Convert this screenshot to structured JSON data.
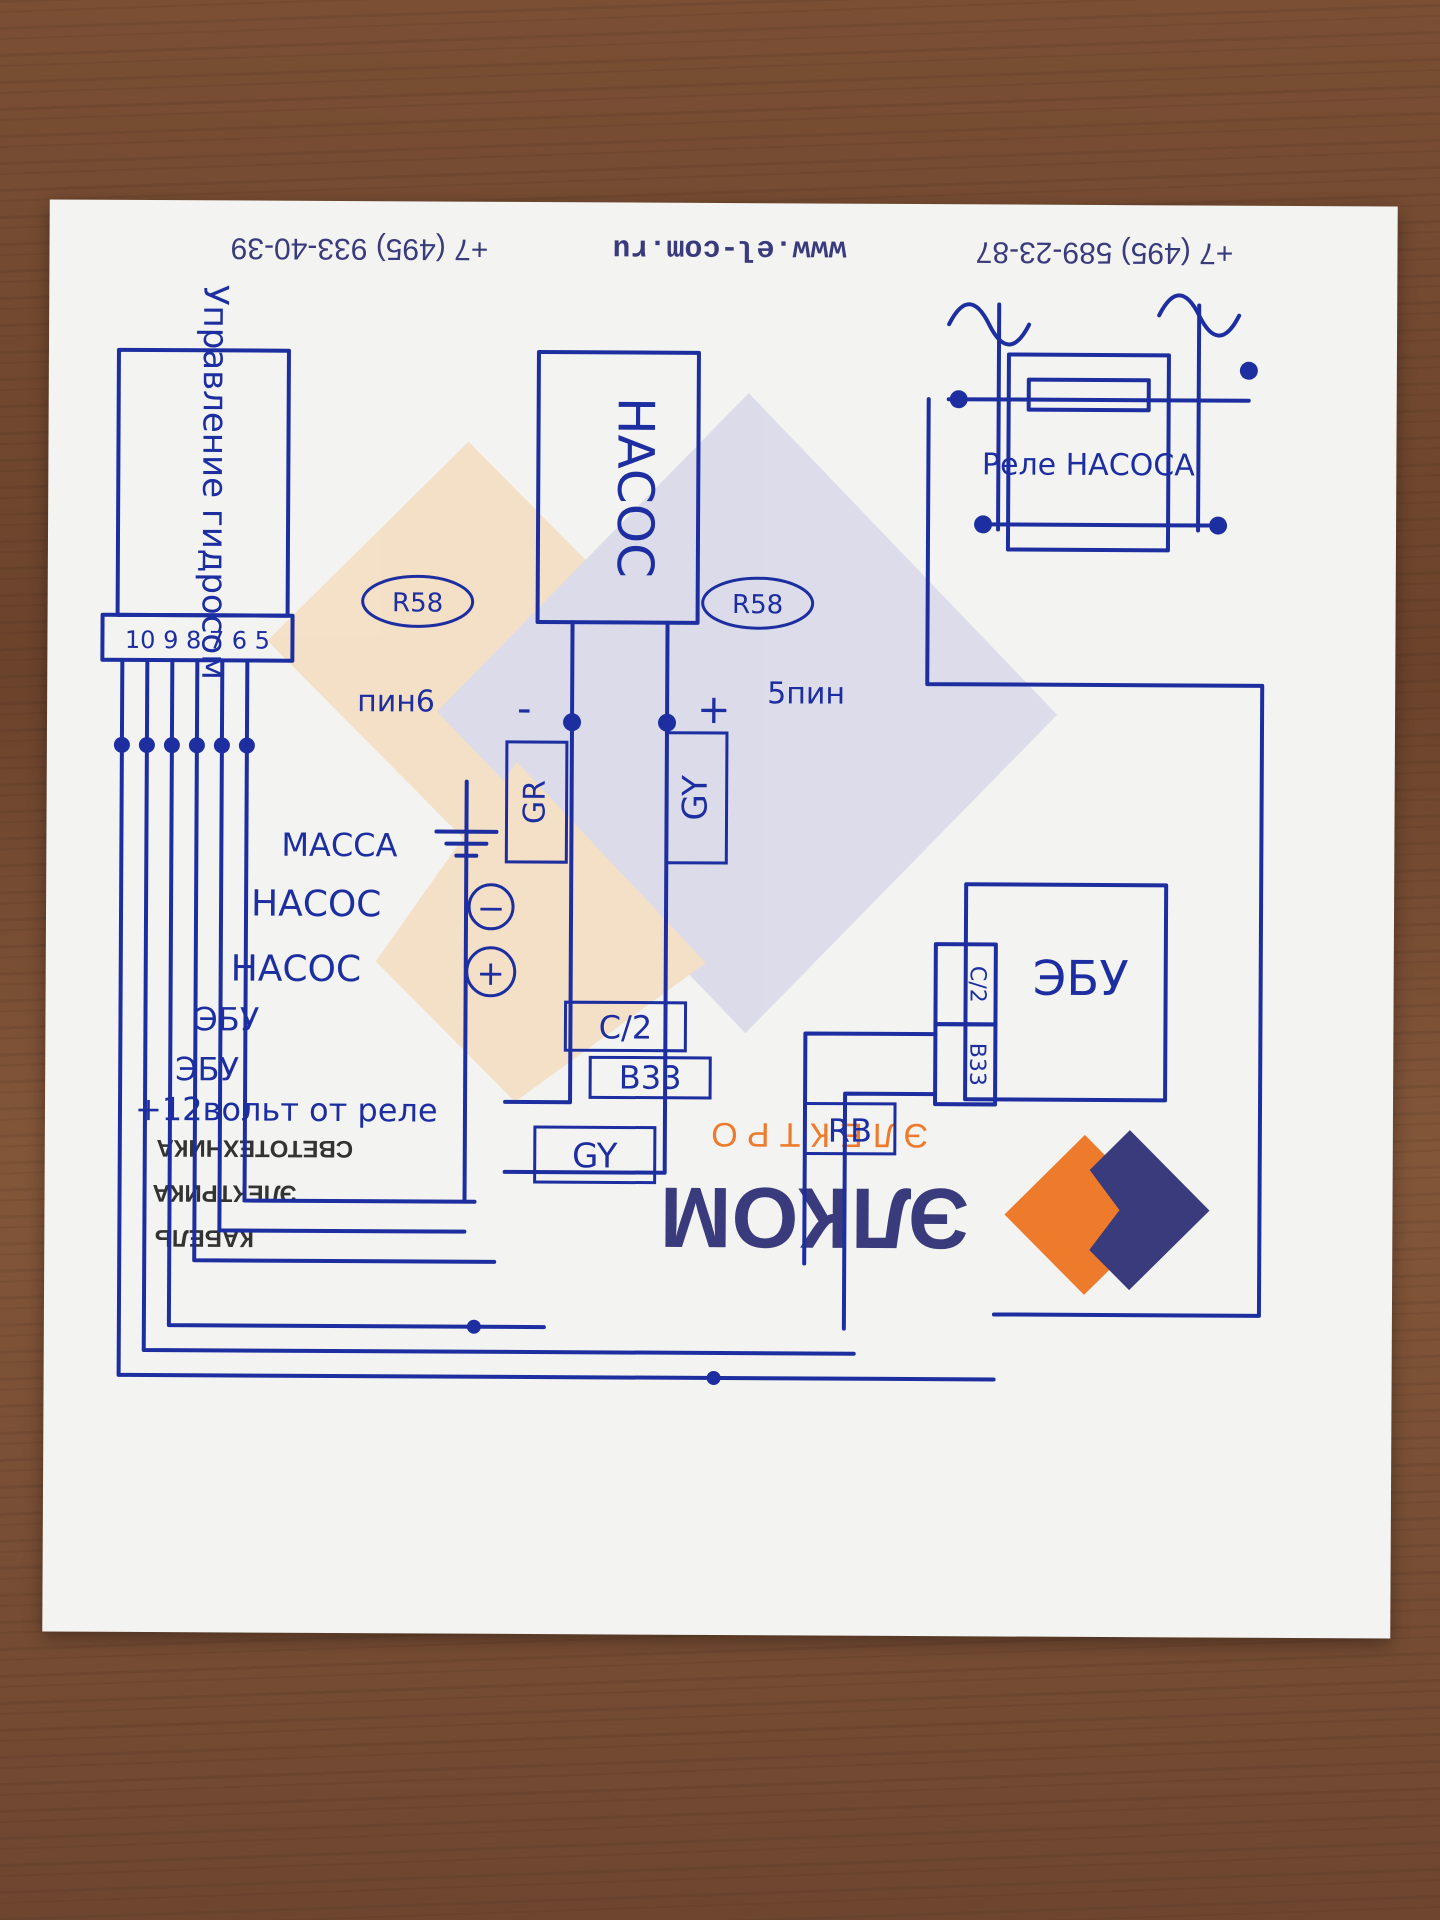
{
  "card_print": {
    "phone_left": "+7 (495) 933-40-39",
    "website": "www.el-com.ru",
    "phone_right": "+7 (495) 589-23-87",
    "services": [
      "СВЕТОТЕХНИКА",
      "ЭЛЕКТРИКА",
      "КАБЕЛЬ"
    ],
    "logo_main": "ЭЛКОМ",
    "logo_sub": "ЭЛЕКТРО"
  },
  "blocks": {
    "headlight_module": "Управление гидросом",
    "module_pins": "10 9 8 7 6 5",
    "pump": "НАСОС",
    "pump_relay": "Реле НАСОСА",
    "ecu": "ЭБУ"
  },
  "labels": {
    "r58_left": "R58",
    "r58_right": "R58",
    "pin6": "пин6",
    "pin5": "5пин",
    "minus": "-",
    "plus": "+",
    "wire_gr": "GR",
    "wire_gy_pump": "GY",
    "massa": "МАССА",
    "pump_minus": "НАСОС",
    "pump_plus": "НАСОС",
    "ebu_1": "ЭБУ",
    "ebu_2": "ЭБУ",
    "plus12": "+12вольт от реле",
    "c12": "C/2",
    "b33": "B33",
    "ecu_c12": "C/2",
    "ecu_b33": "B33",
    "rb": "RB",
    "gy_bottom": "GY"
  },
  "colors": {
    "ink": "#1d2fa0",
    "print_blue": "#3a3b7c",
    "print_orange": "#ee7a2c"
  }
}
